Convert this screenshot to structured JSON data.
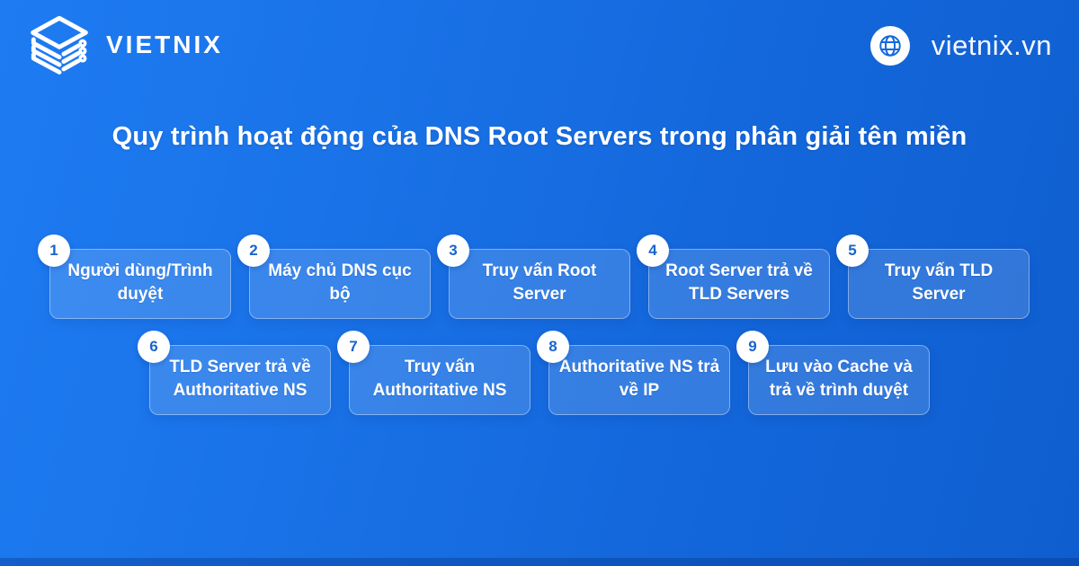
{
  "header": {
    "logo_text": "VIETNIX",
    "site_text": "vietnix.vn"
  },
  "title": "Quy trình hoạt động của DNS Root Servers trong phân giải tên miền",
  "steps": [
    {
      "number": "1",
      "label": "Người dùng/Trình\nduyệt"
    },
    {
      "number": "2",
      "label": "Máy chủ DNS cục\nbộ"
    },
    {
      "number": "3",
      "label": "Truy vấn Root\nServer"
    },
    {
      "number": "4",
      "label": "Root Server trả về\nTLD Servers"
    },
    {
      "number": "5",
      "label": "Truy vấn TLD Server"
    },
    {
      "number": "6",
      "label": "TLD Server trả về\nAuthoritative NS"
    },
    {
      "number": "7",
      "label": "Truy vấn\nAuthoritative NS"
    },
    {
      "number": "8",
      "label": "Authoritative NS trả\nvề IP"
    },
    {
      "number": "9",
      "label": "Lưu vào Cache và\ntrả về trình duyệt"
    }
  ],
  "colors": {
    "background_start": "#1e7bf2",
    "background_end": "#0f5ecf",
    "card_fill": "rgba(255,255,255,0.14)",
    "card_border": "rgba(255,255,255,0.38)",
    "badge_background": "#ffffff",
    "badge_number": "#1a63cd",
    "text": "#ffffff",
    "footer_strip": "rgba(4,44,124,0.32)"
  }
}
